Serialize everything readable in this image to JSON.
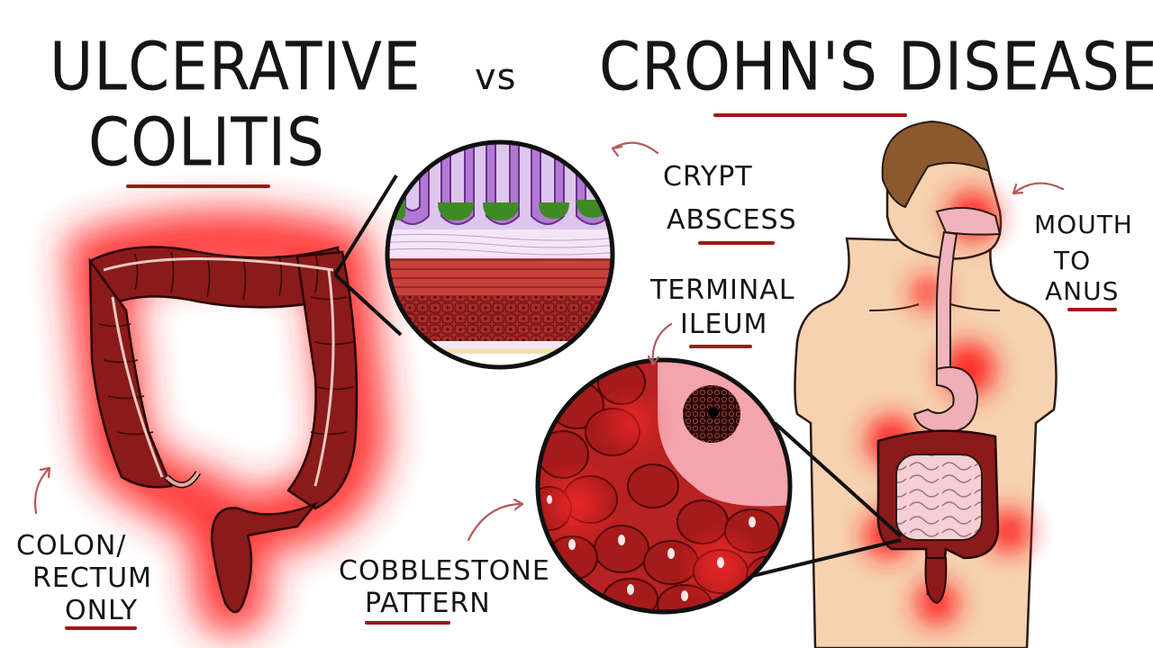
{
  "title": {
    "left_line1": "ULCERATIVE",
    "left_line2": "COLITIS",
    "vs": "vs",
    "right": "CROHN'S DISEASE"
  },
  "labels": {
    "crypt_line1": "CRYPT",
    "crypt_line2": "ABSCESS",
    "terminal_line1": "TERMINAL",
    "terminal_line2": "ILEUM",
    "mouth_line1": "MOUTH",
    "mouth_line2": "TO",
    "mouth_line3": "ANUS",
    "colon_line1": "COLON/",
    "colon_line2": "RECTUM",
    "colon_line3": "ONLY",
    "cobble_line1": "COBBLESTONE",
    "cobble_line2": "PATTERN"
  },
  "colors": {
    "accent_red": "#a31616",
    "inflammation_red": "#ff1a1a",
    "colon": "#8b1a1a",
    "skin": "#f6d2b0",
    "hair": "#8a5a2e",
    "crypt_purple": "#9b5fc0",
    "crypt_green": "#3f8a22"
  }
}
